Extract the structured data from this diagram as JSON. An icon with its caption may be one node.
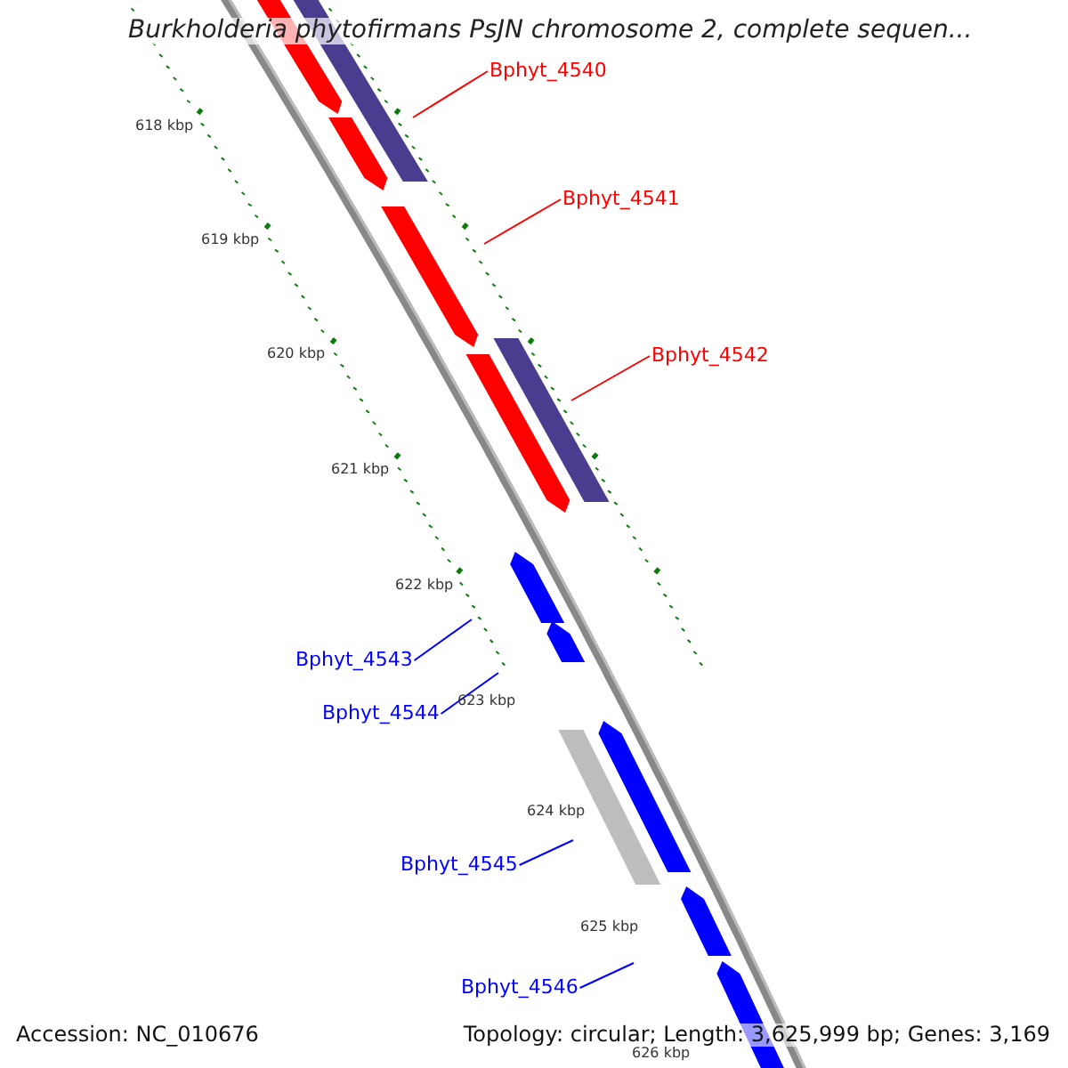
{
  "diagram": {
    "title": "Burkholderia phytofirmans PsJN chromosome 2, complete sequen...",
    "nodes": [
      {
        "text": [
          "Bphyt_4540"
        ]
      },
      {
        "text": [
          "Bphyt_4541"
        ]
      },
      {
        "text": [
          "Bphyt_4542"
        ]
      },
      {
        "text": [
          "Bphyt_4543"
        ]
      },
      {
        "text": [
          "Bphyt_4544"
        ]
      },
      {
        "text": [
          "Bphyt_4545"
        ]
      },
      {
        "text": [
          "Bphyt_4546"
        ]
      }
    ],
    "edges": [
      {
        "from": 0,
        "to": null,
        "arrow": "none",
        "color": "#ff0000"
      },
      {
        "from": 1,
        "to": null,
        "arrow": "none",
        "color": "#ff0000"
      },
      {
        "from": 2,
        "to": null,
        "arrow": "none",
        "color": "#ff0000"
      },
      {
        "from": 3,
        "to": null,
        "arrow": "none",
        "color": "#0000ff"
      },
      {
        "from": 4,
        "to": null,
        "arrow": "none",
        "color": "#0000ff"
      },
      {
        "from": 5,
        "to": null,
        "arrow": "none",
        "color": "#0000ff"
      },
      {
        "from": 6,
        "to": null,
        "arrow": "none",
        "color": "#0000ff"
      }
    ],
    "labels": [
      "618 kbp",
      "619 kbp",
      "620 kbp",
      "621 kbp",
      "622 kbp",
      "623 kbp",
      "624 kbp",
      "625 kbp",
      "626 kbp",
      "Accession: NC_010676",
      "Topology: circular; Length: 3,625,999 bp; Genes: 3,169"
    ]
  }
}
